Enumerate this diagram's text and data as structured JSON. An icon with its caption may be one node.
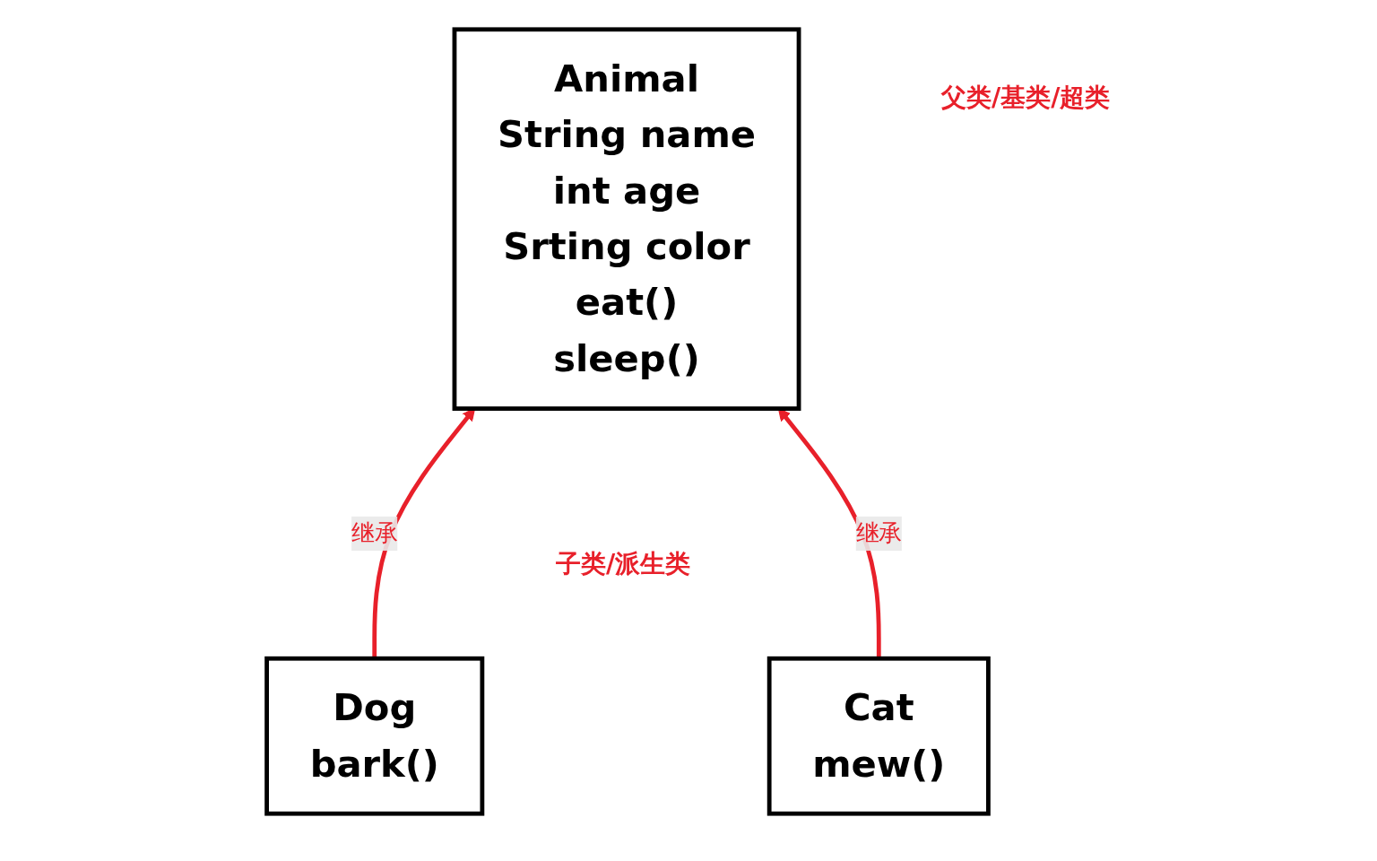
{
  "diagram": {
    "nodes": [
      {
        "text": [
          "Animal",
          "String name",
          "int age",
          "Srting color",
          "eat()",
          "sleep()"
        ]
      },
      {
        "text": [
          "Dog",
          "bark()"
        ]
      },
      {
        "text": [
          "Cat",
          "mew()"
        ]
      }
    ],
    "edges": [
      {
        "from": 1,
        "to": 0,
        "arrow": "to",
        "label": "继承"
      },
      {
        "from": 2,
        "to": 0,
        "arrow": "to",
        "label": "继承"
      }
    ],
    "labels": [
      "父类/基类/超类",
      "子类/派生类"
    ]
  }
}
